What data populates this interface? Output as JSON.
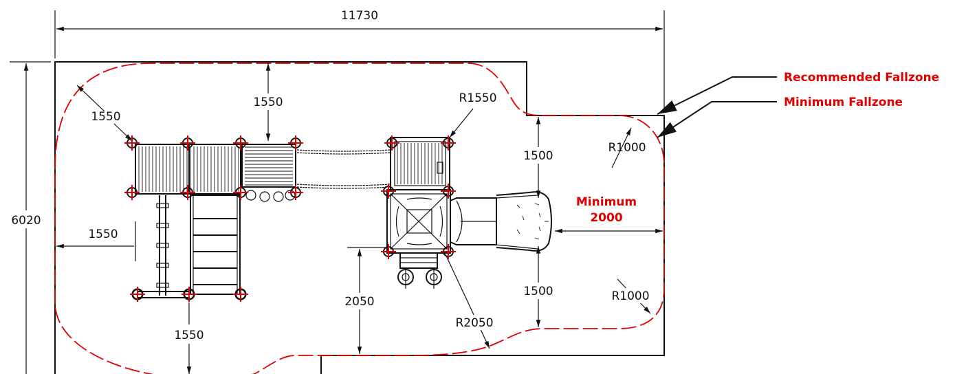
{
  "dimensions": {
    "overall_width": "11730",
    "overall_height": "6020",
    "top_clearance": "1550",
    "corner_top_left": "1550",
    "left_clearance": "1550",
    "bottom_clearance": "1550",
    "bottom_mid": "2050",
    "radius_top_mid": "R1550",
    "radius_bottom_mid": "R2050",
    "right_top_clearance": "1500",
    "right_bottom_clearance": "1500",
    "radius_right_top": "R1000",
    "radius_right_bottom": "R1000"
  },
  "labels": {
    "recommended_fallzone": "Recommended Fallzone",
    "minimum_fallzone": "Minimum Fallzone",
    "minimum_line1": "Minimum",
    "minimum_line2": "2000"
  },
  "colors": {
    "accent_red": "#e00000",
    "line_black": "#111111"
  }
}
